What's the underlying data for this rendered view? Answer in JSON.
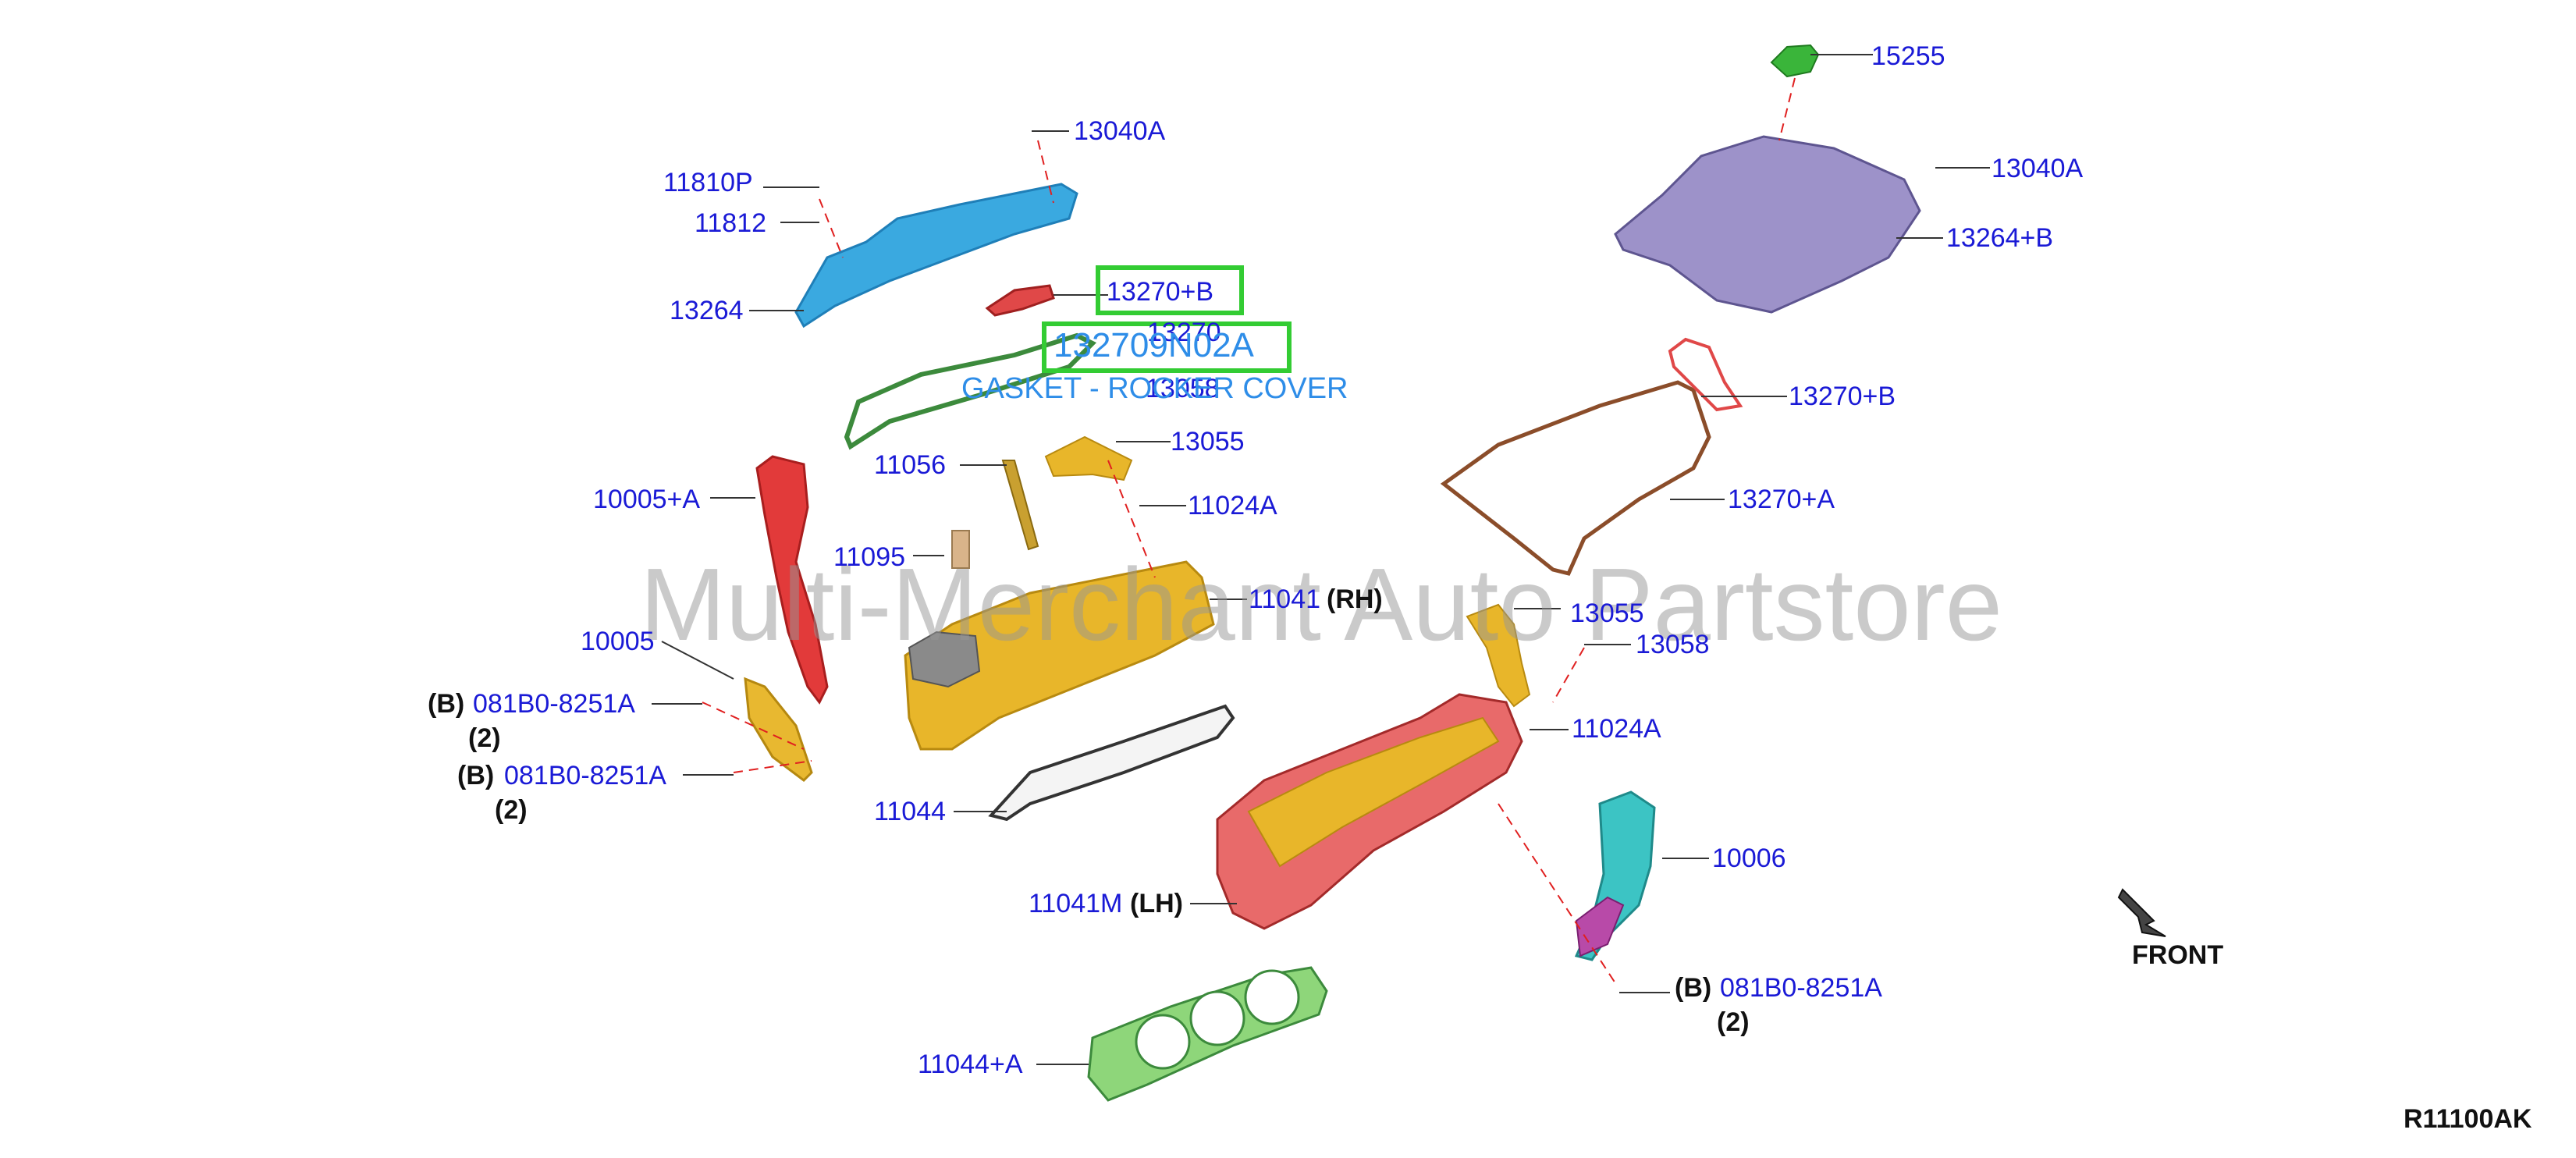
{
  "watermark": "Multi-Merchant Auto Partstore",
  "diagram_code": "R11100AK",
  "front_label": "FRONT",
  "tooltip": {
    "part_number": "132709N02A",
    "description": "GASKET - ROCKER COVER"
  },
  "colors": {
    "part_number": "#1a1ad6",
    "highlight": "#33cc33",
    "tooltip": "#2e8de8",
    "leader": "#e02020"
  },
  "labels": {
    "l1": "15255",
    "l2": "13040A",
    "l3": "13040A",
    "l4": "11810P",
    "l5": "11812",
    "l6": "13264+B",
    "l7": "13264",
    "l8": "13270+B",
    "l9": "13270",
    "l10": "13058",
    "l11": "13270+B",
    "l12": "11056",
    "l13": "13055",
    "l14": "11024A",
    "l15": "13270+A",
    "l16": "10005+A",
    "l17": "11095",
    "l18": "11041",
    "l19": "(RH)",
    "l20": "13055",
    "l21": "13058",
    "l22": "10005",
    "l23": "(B)",
    "l24": "081B0-8251A",
    "l25": "(2)",
    "l26": "11024A",
    "l27": "(B)",
    "l28": "081B0-8251A",
    "l29": "(2)",
    "l30": "11044",
    "l31": "10006",
    "l32": "11041M",
    "l33": "(LH)",
    "l34": "(B)",
    "l35": "081B0-8251A",
    "l36": "(2)",
    "l37": "11044+A"
  }
}
